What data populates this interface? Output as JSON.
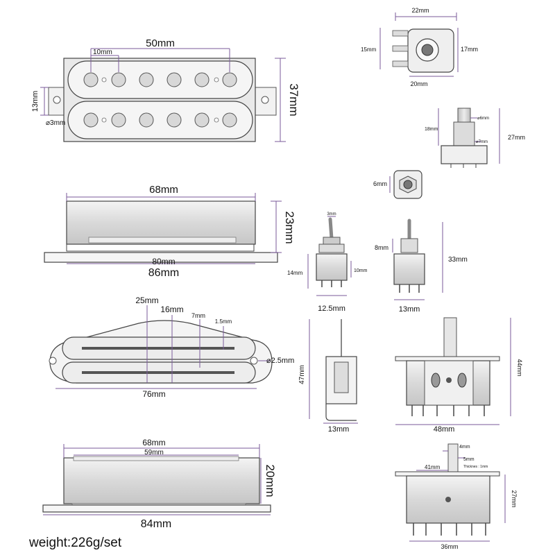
{
  "humbucker_top": {
    "width": "50mm",
    "pole_spacing": "10mm",
    "height": "37mm",
    "tab": "13mm",
    "hole": "⌀3mm"
  },
  "humbucker_side": {
    "top_width": "68mm",
    "plate_width": "80mm",
    "total_length": "86mm",
    "height": "23mm"
  },
  "rail": {
    "width_25": "25mm",
    "width_16": "16mm",
    "width_7": "7mm",
    "width_1_5": "1.5mm",
    "hole": "⌀2.5mm",
    "length": "76mm"
  },
  "single": {
    "top_width": "68mm",
    "inner_width": "59mm",
    "length": "84mm",
    "height": "20mm"
  },
  "pot_top": {
    "width": "22mm",
    "height_left": "15mm",
    "height_right": "17mm",
    "bottom": "20mm"
  },
  "pot_shaft": {
    "shaft_h": "18mm",
    "d6": "⌀6mm",
    "d7": "⌀7mm",
    "total": "27mm"
  },
  "jack": {
    "size": "6mm"
  },
  "toggle_a": {
    "lever": "3mm",
    "body_h": "14mm",
    "side": "10mm",
    "width": "12.5mm"
  },
  "toggle_b": {
    "nut": "8mm",
    "width": "13mm",
    "total": "33mm"
  },
  "toggle_c": {
    "height": "47mm",
    "width": "13mm"
  },
  "switch5": {
    "height": "44mm",
    "width": "48mm"
  },
  "switch5b": {
    "tip": "4mm",
    "blade": "5mm",
    "thickness": "Thicknes : 1mm",
    "span": "41mm",
    "height": "27mm",
    "width": "36mm"
  },
  "weight": "weight:226g/set"
}
